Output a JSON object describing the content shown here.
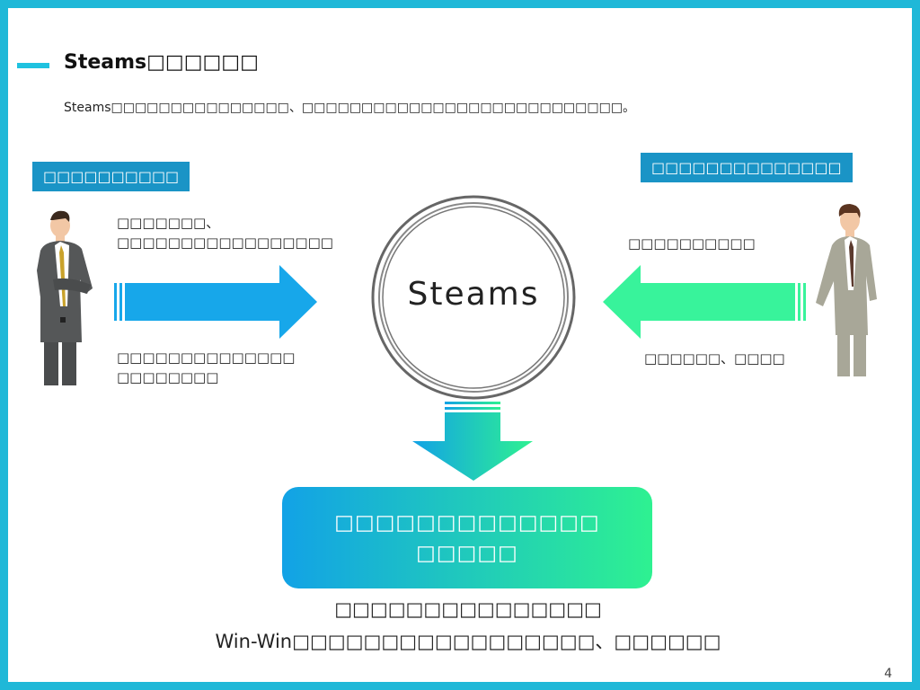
{
  "header": {
    "title": "Steams□□□□□□",
    "subtitle": "Steams□□□□□□□□□□□□□□□、□□□□□□□□□□□□□□□□□□□□□□□□□□□。"
  },
  "left_side": {
    "tag": "□□□□□□□□□□",
    "note_top": [
      "□□□□□□□、",
      "□□□□□□□□□□□□□□□□□"
    ],
    "note_bottom": [
      "□□□□□□□□□□□□□□",
      "□□□□□□□□"
    ]
  },
  "right_side": {
    "tag": "□□□□□□□□□□□□□□",
    "note_top": "□□□□□□□□□□",
    "note_bottom": "□□□□□□、□□□□"
  },
  "center": {
    "logo": "Steams"
  },
  "result": {
    "line1": "□□□□□□□□□□□□□",
    "line2": "□□□□□"
  },
  "bottom": {
    "line1": "□□□□□□□□□□□□□□□",
    "line2": "Win-Win□□□□□□□□□□□□□□□□□、□□□□□□"
  },
  "page_number": "4",
  "colors": {
    "frame": "#1fb8d8",
    "tag": "#1a94c6",
    "arrow_blue": "#17a7ea",
    "arrow_green": "#38f39b",
    "gradient_start": "#12a2e6",
    "gradient_end": "#2ef191"
  }
}
